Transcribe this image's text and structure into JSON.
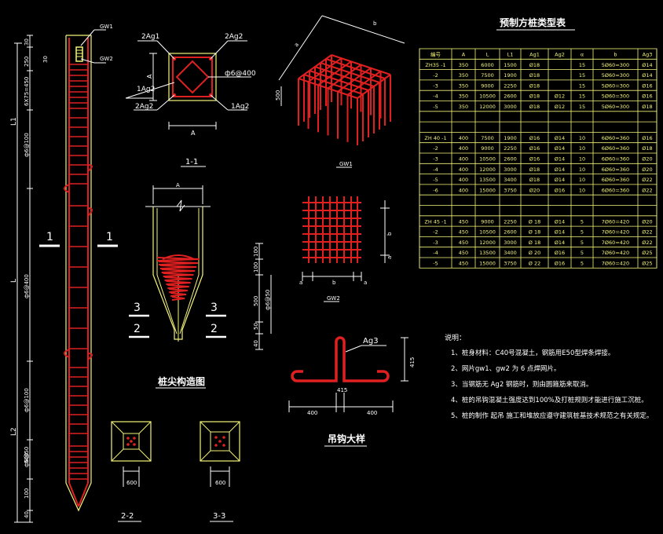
{
  "table": {
    "title": "预制方桩类型表",
    "headers": [
      "编号",
      "A",
      "L",
      "L1",
      "Ag1",
      "Ag2",
      "α",
      "b",
      "Ag3"
    ],
    "groups": [
      [
        [
          "ZH35 -1",
          "350",
          "6000",
          "1500",
          "Ø18",
          "",
          "15",
          "5Ø60=300",
          "Ø14"
        ],
        [
          "-2",
          "350",
          "7500",
          "1900",
          "Ø18",
          "",
          "15",
          "5Ø60=300",
          "Ø14"
        ],
        [
          "-3",
          "350",
          "9000",
          "2250",
          "Ø18",
          "",
          "15",
          "5Ø60=300",
          "Ø16"
        ],
        [
          "-4",
          "350",
          "10500",
          "2600",
          "Ø18",
          "Ø12",
          "15",
          "5Ø60=300",
          "Ø16"
        ],
        [
          "-5",
          "350",
          "12000",
          "3000",
          "Ø18",
          "Ø12",
          "15",
          "5Ø60=300",
          "Ø18"
        ]
      ],
      [
        [
          "ZH 40 -1",
          "400",
          "7500",
          "1900",
          "Ø16",
          "Ø14",
          "10",
          "6Ø60=360",
          "Ø16"
        ],
        [
          "-2",
          "400",
          "9000",
          "2250",
          "Ø16",
          "Ø14",
          "10",
          "6Ø60=360",
          "Ø18"
        ],
        [
          "-3",
          "400",
          "10500",
          "2600",
          "Ø16",
          "Ø14",
          "10",
          "6Ø60=360",
          "Ø20"
        ],
        [
          "-4",
          "400",
          "12000",
          "3000",
          "Ø18",
          "Ø14",
          "10",
          "6Ø60=360",
          "Ø20"
        ],
        [
          "-5",
          "400",
          "13500",
          "3400",
          "Ø18",
          "Ø14",
          "10",
          "6Ø60=360",
          "Ø22"
        ],
        [
          "-6",
          "400",
          "15000",
          "3750",
          "Ø20",
          "Ø16",
          "10",
          "6Ø60=360",
          "Ø22"
        ]
      ],
      [
        [
          "ZH 45 -1",
          "450",
          "9000",
          "2250",
          "Ø 18",
          "Ø14",
          "5",
          "7Ø60=420",
          "Ø20"
        ],
        [
          "-2",
          "450",
          "10500",
          "2600",
          "Ø 18",
          "Ø14",
          "5",
          "7Ø60=420",
          "Ø22"
        ],
        [
          "-3",
          "450",
          "12000",
          "3000",
          "Ø 18",
          "Ø14",
          "5",
          "7Ø60=420",
          "Ø22"
        ],
        [
          "-4",
          "450",
          "13500",
          "3400",
          "Ø 20",
          "Ø16",
          "5",
          "7Ø60=420",
          "Ø25"
        ],
        [
          "-5",
          "450",
          "15000",
          "3750",
          "Ø 22",
          "Ø16",
          "5",
          "7Ø60=420",
          "Ø25"
        ]
      ]
    ]
  },
  "notes": {
    "heading": "说明：",
    "items": [
      "1、桩身材料：C40号混凝土，钢筋用E50型焊条焊接。",
      "2、网片gw1、gw2 为 6 点焊网片。",
      "3、当钢筋无 Ag2 钢筋时，则由圆箍筋来取消。",
      "4、桩的吊钩混凝土强度达到100%及打桩规则才能进行施工沉桩。",
      "5、桩的制作 起吊 施工和堆放应遵守建筑桩基技术规范之有关规定。"
    ]
  },
  "labels": {
    "section_1_1": "1-1",
    "section_2_2": "2-2",
    "section_3_3": "3-3",
    "tip_title": "桩尖构造图",
    "hook_title": "吊钩大样",
    "ag1_tl": "2Ag1",
    "ag2_tr": "2Ag2",
    "ag2_ml": "1Ag2",
    "ag2_bl": "2Ag2",
    "ag2_br": "1Ag2",
    "stirrup": "ф6@400",
    "dim_a": "A",
    "dim_a_small": "a",
    "dim_b": "b",
    "gw1": "GW1",
    "gw2": "GW2",
    "ag3": "Ag3",
    "num_1": "1",
    "num_2": "2",
    "num_3": "3",
    "d400": "400",
    "d415": "415",
    "d600": "600",
    "d500": "500",
    "d100": "100",
    "d50": "50",
    "d40": "40",
    "d30": "30",
    "d250": "250",
    "d6x75": "6X75=450",
    "l1": "L1",
    "l2": "L2",
    "l": "L",
    "phi6_100": "ф6@100",
    "phi6_400": "ф6@400",
    "phi6_50": "ф6@50"
  }
}
